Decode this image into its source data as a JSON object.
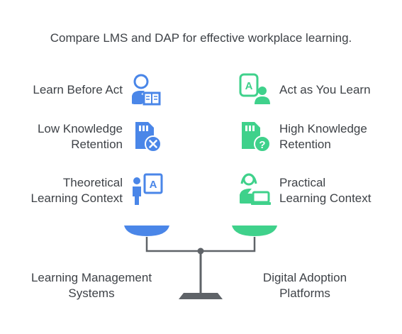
{
  "title": "Compare LMS and DAP for effective workplace learning.",
  "colors": {
    "lms_accent": "#4a86e8",
    "dap_accent": "#3fd18b",
    "scale": "#5f6368",
    "text": "#3e4247"
  },
  "left": {
    "caption_line1": "Learning Management",
    "caption_line2": "Systems",
    "items": [
      {
        "line1": "Learn Before Act",
        "line2": "",
        "icon": "reading-person-icon"
      },
      {
        "line1": "Low Knowledge",
        "line2": "Retention",
        "icon": "memory-card-x-icon"
      },
      {
        "line1": "Theoretical",
        "line2": "Learning Context",
        "icon": "person-board-icon"
      }
    ]
  },
  "right": {
    "caption_line1": "Digital Adoption",
    "caption_line2": "Platforms",
    "items": [
      {
        "line1": "Act as You Learn",
        "line2": "",
        "icon": "user-letter-card-icon"
      },
      {
        "line1": "High Knowledge",
        "line2": "Retention",
        "icon": "memory-card-question-icon"
      },
      {
        "line1": "Practical",
        "line2": "Learning Context",
        "icon": "person-laptop-icon"
      }
    ]
  }
}
